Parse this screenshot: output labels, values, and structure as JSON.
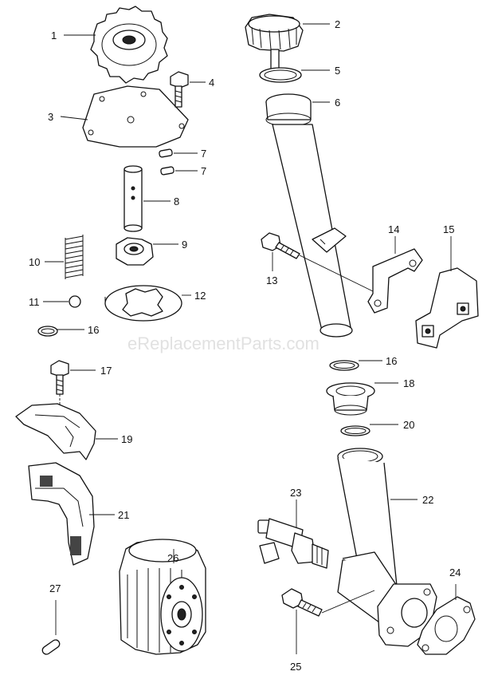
{
  "watermark": "eReplacementParts.com",
  "callouts": {
    "c1": "1",
    "c2": "2",
    "c3": "3",
    "c4": "4",
    "c5": "5",
    "c6": "6",
    "c7a": "7",
    "c7b": "7",
    "c8": "8",
    "c9": "9",
    "c10": "10",
    "c11": "11",
    "c12": "12",
    "c13": "13",
    "c14": "14",
    "c15": "15",
    "c16a": "16",
    "c16b": "16",
    "c17": "17",
    "c18": "18",
    "c19": "19",
    "c20": "20",
    "c21": "21",
    "c22": "22",
    "c23": "23",
    "c24": "24",
    "c25": "25",
    "c26": "26",
    "c27": "27"
  }
}
